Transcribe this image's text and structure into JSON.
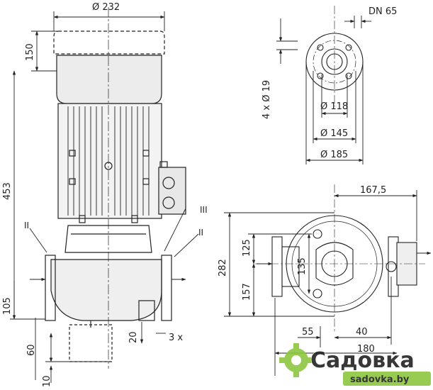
{
  "drawing": {
    "front_view": {
      "dim_width": "Ø 232",
      "dim_motor_top": "150",
      "dim_total_height": "453",
      "dim_flange_height": "105",
      "dim_base_height": "60",
      "dim_base_plate": "10",
      "dim_foot": "20",
      "dim_foot_count": "3 x",
      "mark_left": "II",
      "mark_right_top": "III",
      "mark_right": "II"
    },
    "flange_view": {
      "nominal_size": "DN 65",
      "bolt_holes": "4 x Ø 19",
      "dia_inner": "Ø 118",
      "dia_bolt_circle": "Ø 145",
      "dia_outer": "Ø 185"
    },
    "top_view": {
      "dim_right_offset": "167,5",
      "dim_height_total": "282",
      "dim_upper": "125",
      "dim_lower": "157",
      "dim_center": "135",
      "dim_left_offset": "55",
      "dim_right_small": "40",
      "dim_base_width": "180"
    }
  },
  "watermark": {
    "brand": "Садовка",
    "url": "sadovka.by",
    "color": "#8cc63f"
  }
}
